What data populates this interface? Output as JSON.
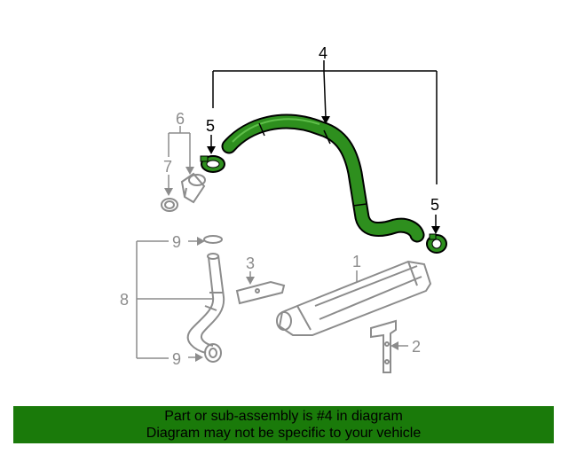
{
  "callouts": {
    "c1": "1",
    "c2": "2",
    "c3": "3",
    "c4": "4",
    "c5a": "5",
    "c5b": "5",
    "c6": "6",
    "c7": "7",
    "c8": "8",
    "c9a": "9",
    "c9b": "9"
  },
  "banner": {
    "line1": "Part or sub-assembly is #4 in diagram",
    "line2": "Diagram may not be specific to your vehicle"
  },
  "colors": {
    "highlight": "#1a7a0a",
    "part_fill": "#2e8f1e",
    "gray_part": "#8c8c8c",
    "dark_line": "#000000"
  }
}
